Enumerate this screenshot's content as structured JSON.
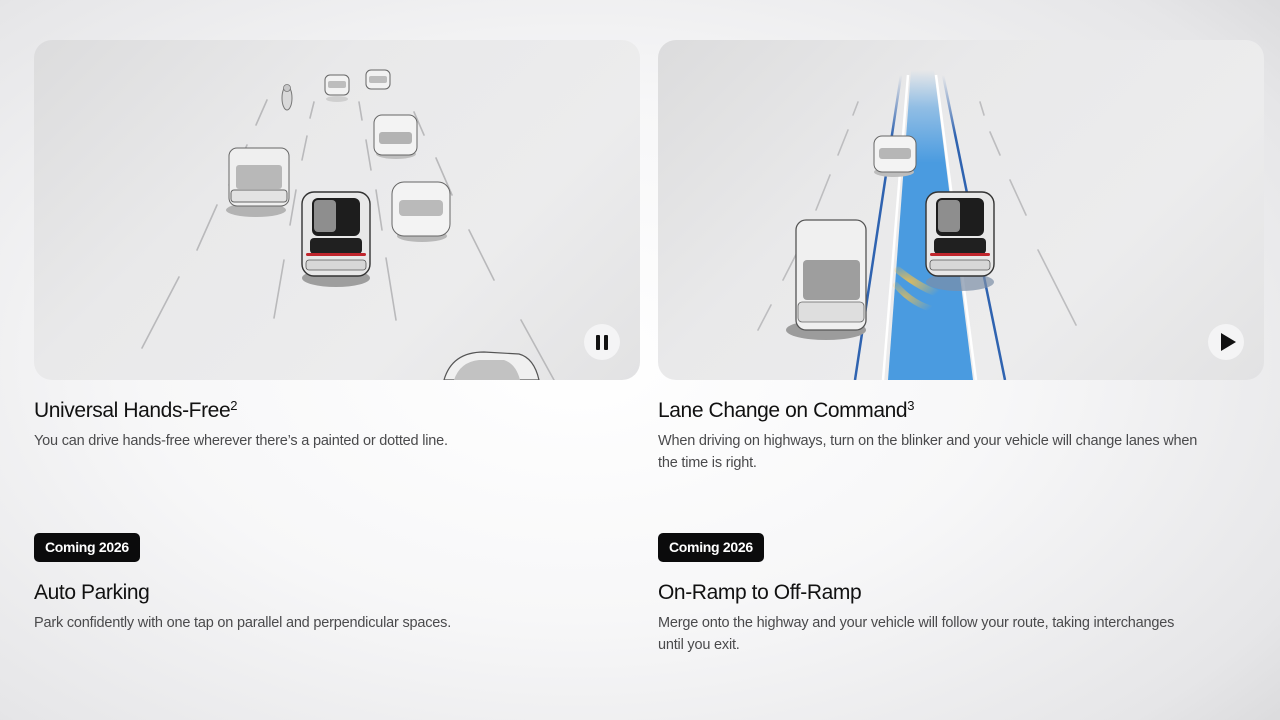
{
  "features": [
    {
      "title": "Universal Hands-Free",
      "footnote": "2",
      "description": "You can drive hands-free wherever there’s a painted or dotted line.",
      "media_control": "pause-icon",
      "illustration": "highway-traffic-hands-free"
    },
    {
      "title": "Lane Change on Command",
      "footnote": "3",
      "description": "When driving on highways, turn on the blinker and your vehicle will change lanes when the time is right.",
      "media_control": "play-icon",
      "illustration": "lane-change-blue-lane"
    },
    {
      "badge": "Coming 2026",
      "title": "Auto Parking",
      "description": "Park confidently with one tap on parallel and perpendicular spaces."
    },
    {
      "badge": "Coming 2026",
      "title": "On-Ramp to Off-Ramp",
      "description": "Merge onto the highway and your vehicle will follow your route, taking interchanges until you exit."
    }
  ],
  "colors": {
    "lane_blue": "#4a9be0",
    "lane_line_dark_blue": "#2f63b0",
    "badge_bg": "#0b0b0c",
    "blinker_amber": "#f2c04a",
    "taillight_red": "#c0262d"
  }
}
